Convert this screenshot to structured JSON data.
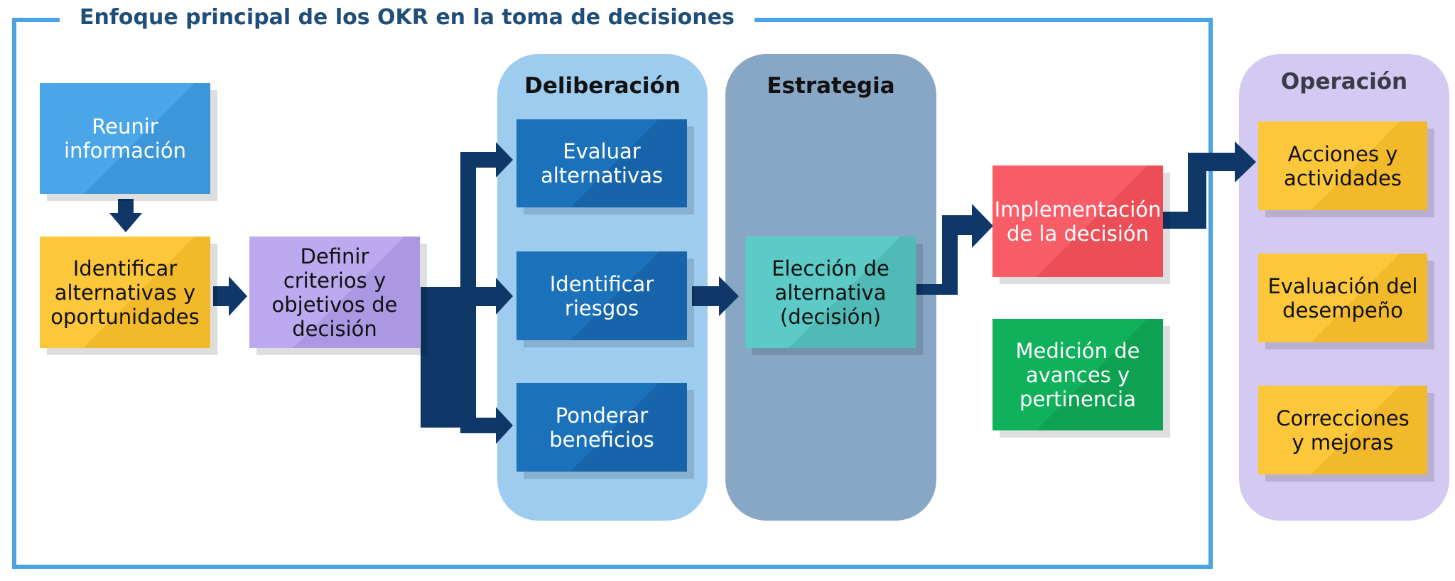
{
  "title": "Enfoque principal de los OKR en la toma de decisiones",
  "columns": {
    "deliberation": "Deliberación",
    "strategy": "Estrategia",
    "operation": "Operación"
  },
  "boxes": {
    "gather": "Reunir\ninformación",
    "identify": "Identificar\nalternativas y\noportunidades",
    "define": "Definir\ncriterios y\nobjetivos de\ndecisión",
    "evaluate": "Evaluar\nalternativas",
    "risks": "Identificar\nriesgos",
    "weigh": "Ponderar\nbeneficios",
    "choice": "Elección de\nalternativa\n(decisión)",
    "implement": "Implementación\nde la decisión",
    "measure": "Medición de\navances y\npertinencia",
    "actions": "Acciones y\nactividades",
    "performance": "Evaluación del\ndesempeño",
    "corrections": "Correcciones\ny mejoras"
  },
  "colors": {
    "frame": "#4ba3e3",
    "title": "#1f4e79",
    "arrow": "#0f3868",
    "blue_light": "#49a5e6",
    "yellow": "#fcc73a",
    "purple": "#b8a8ee",
    "blue_dark": "#1b6fb9",
    "teal": "#5bc8c4",
    "red": "#f85c66",
    "green": "#0fb05a",
    "deliberation_bg": "#9dccef",
    "strategy_bg": "#87a7c5",
    "operation_bg": "#d4c9f3"
  }
}
